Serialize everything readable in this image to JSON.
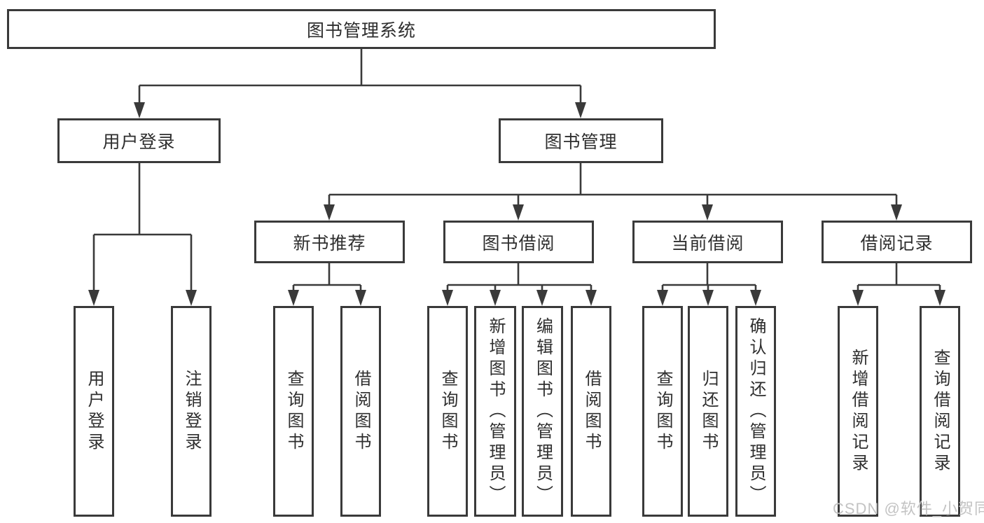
{
  "colors": {
    "line": "#3a3a3a",
    "text": "#2e2e2e",
    "watermark": "#c3c3c3",
    "background": "#ffffff"
  },
  "watermark": {
    "text": "CSDN @软件_小贺同学"
  },
  "tree": {
    "root": {
      "label": "图书管理系统",
      "children": [
        {
          "label": "用户登录",
          "children": [
            {
              "label": "用户登录"
            },
            {
              "label": "注销登录"
            }
          ]
        },
        {
          "label": "图书管理",
          "children": [
            {
              "label": "新书推荐",
              "children": [
                {
                  "label": "查询图书"
                },
                {
                  "label": "借阅图书"
                }
              ]
            },
            {
              "label": "图书借阅",
              "children": [
                {
                  "label": "查询图书"
                },
                {
                  "label": "新增图书（管理员）"
                },
                {
                  "label": "编辑图书（管理员）"
                },
                {
                  "label": "借阅图书"
                }
              ]
            },
            {
              "label": "当前借阅",
              "children": [
                {
                  "label": "查询图书"
                },
                {
                  "label": "归还图书"
                },
                {
                  "label": "确认归还（管理员）"
                }
              ]
            },
            {
              "label": "借阅记录",
              "children": [
                {
                  "label": "新增借阅记录"
                },
                {
                  "label": "查询借阅记录"
                }
              ]
            }
          ]
        }
      ]
    }
  }
}
